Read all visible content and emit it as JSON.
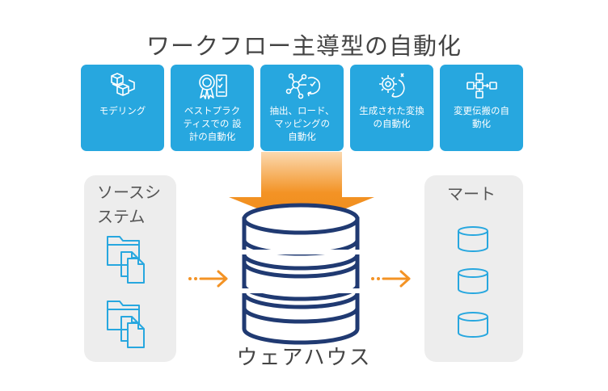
{
  "title": "ワークフロー主導型の自動化",
  "cards": [
    {
      "label": "モデリング",
      "icon": "cubes-icon"
    },
    {
      "label": "ベストプラク\nティスでの 設\n計の自動化",
      "icon": "award-checklist-icon"
    },
    {
      "label": "抽出、ロード、\nマッピングの\n自動化",
      "icon": "network-cycle-icon"
    },
    {
      "label": "生成された変換\nの自動化",
      "icon": "gear-cycle-icon"
    },
    {
      "label": "変更伝搬の自\n動化",
      "icon": "flow-icon"
    }
  ],
  "source": {
    "label": "ソースシ\nステム"
  },
  "warehouse": {
    "label": "ウェアハウス"
  },
  "mart": {
    "label": "マート"
  },
  "colors": {
    "accent_blue": "#27a7df",
    "orange": "#f39325",
    "navy": "#203a72",
    "panel": "#ededed"
  }
}
